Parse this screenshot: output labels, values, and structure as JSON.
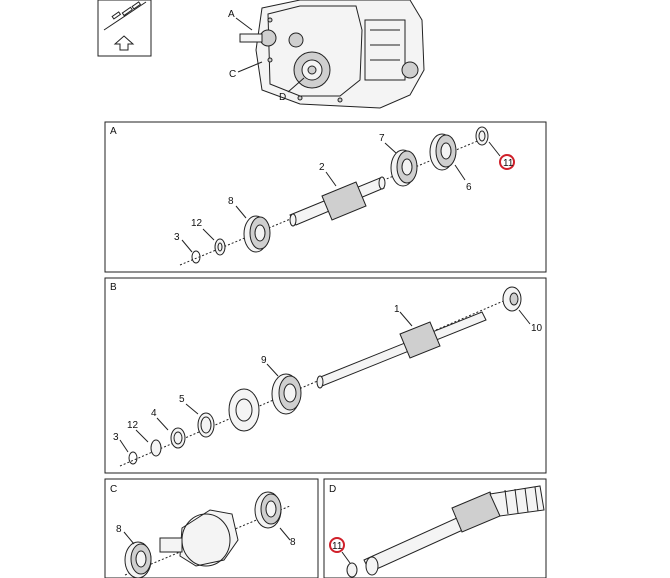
{
  "overview": {
    "callouts": [
      "A",
      "C",
      "D"
    ]
  },
  "panels": [
    {
      "id": "A",
      "label": "A",
      "callouts": [
        "7",
        "11",
        "2",
        "6",
        "8",
        "12",
        "3"
      ]
    },
    {
      "id": "B",
      "label": "B",
      "callouts": [
        "1",
        "10",
        "9",
        "5",
        "4",
        "12",
        "3"
      ]
    },
    {
      "id": "C",
      "label": "C",
      "callouts": [
        "8",
        "8"
      ]
    },
    {
      "id": "D",
      "label": "D",
      "callouts": [
        "11"
      ]
    }
  ],
  "highlight_color": "#d0202a"
}
